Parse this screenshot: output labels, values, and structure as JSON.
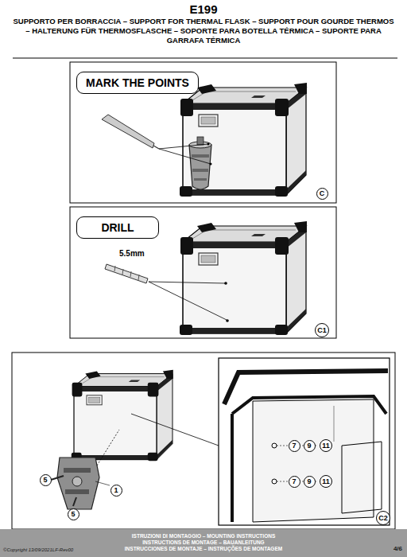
{
  "diagram": {
    "title": "E199",
    "nodes": [
      {
        "text": [
          "MARK THE POINTS"
        ]
      },
      {
        "text": [
          "C"
        ]
      },
      {
        "text": [
          "DRILL"
        ]
      },
      {
        "text": [
          "C1"
        ]
      },
      {
        "text": [
          "5"
        ]
      },
      {
        "text": [
          "1"
        ]
      },
      {
        "text": [
          "5"
        ]
      },
      {
        "text": [
          "7"
        ]
      },
      {
        "text": [
          "9"
        ]
      },
      {
        "text": [
          "11"
        ]
      },
      {
        "text": [
          "7"
        ]
      },
      {
        "text": [
          "9"
        ]
      },
      {
        "text": [
          "11"
        ]
      },
      {
        "text": [
          "C2"
        ]
      },
      {
        "text": [
          "ISTRUZIONI DI MONTAGGIO – MOUNTING INSTRUCTIONS",
          "INSTRUCTIONS DE MONTAGE – BAUANLEITUNG",
          "INSTRUCCIONES DE MONTAJE – INSTRUÇÕES DE MONTAGEM"
        ]
      }
    ],
    "labels": [
      "SUPPORTO PER BORRACCIA – SUPPORT FOR THERMAL FLASK – SUPPORT POUR GOURDE THERMOS – HALTERUNG FÜR THERMOSFLASCHE – SOPORTE PARA BOTELLA TÉRMICA – SUPORTE PARA GARRAFA TÉRMICA",
      "5.5mm",
      "©Copyright 13/09/2021LF-Rev00",
      "4/6"
    ]
  }
}
